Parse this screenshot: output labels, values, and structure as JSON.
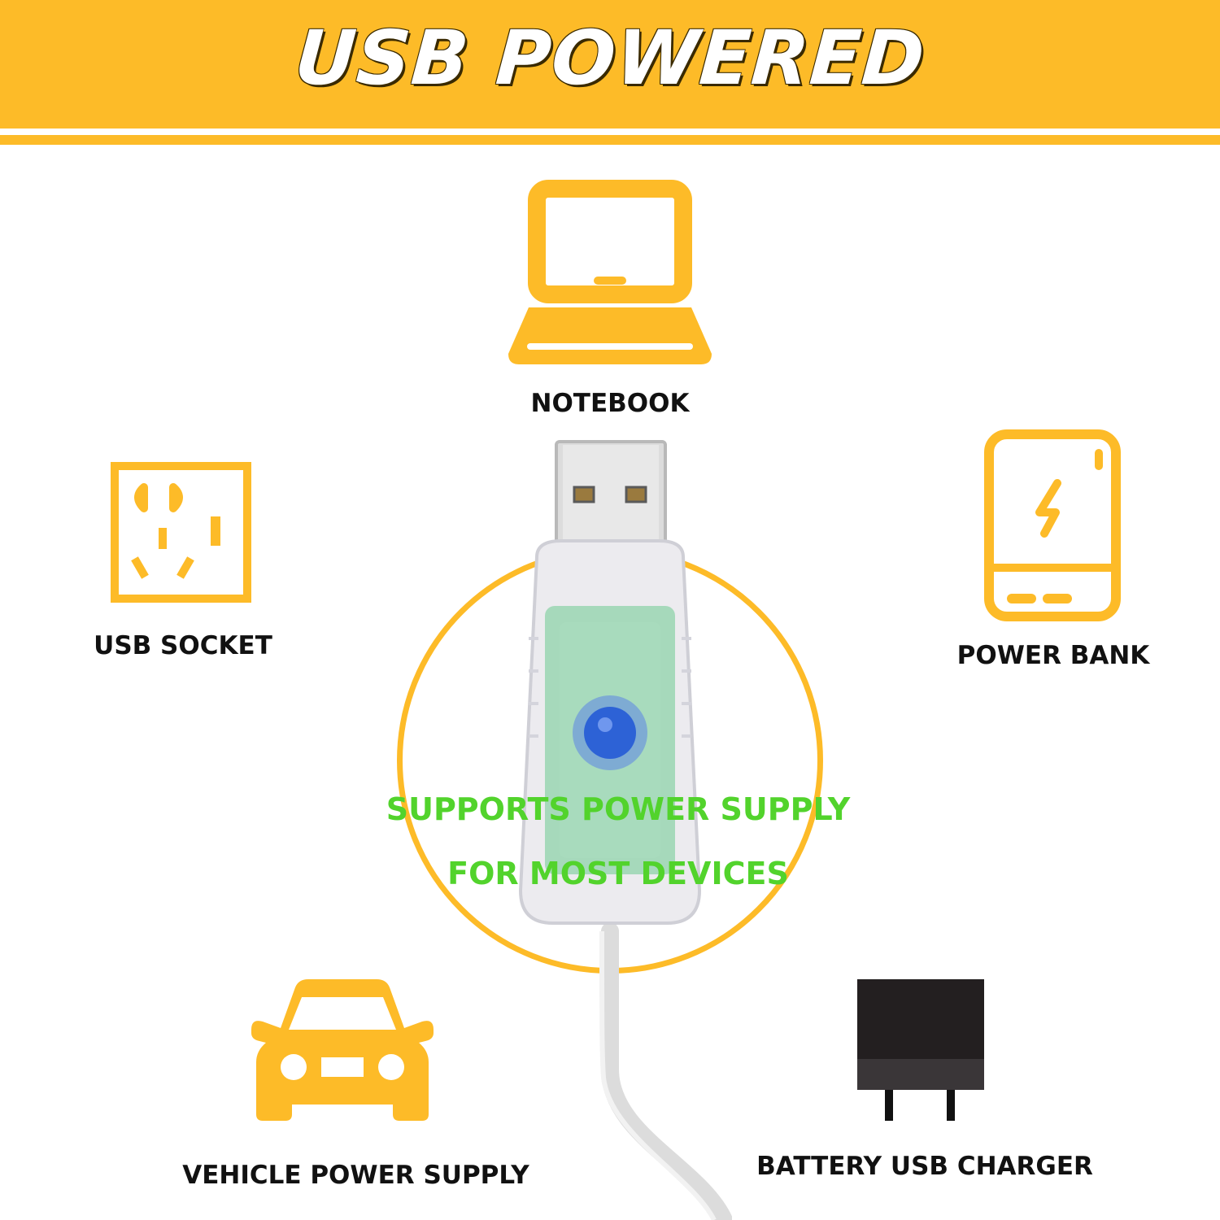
{
  "banner": {
    "title": "USB POWERED"
  },
  "devices": {
    "notebook": {
      "label": "NOTEBOOK",
      "icon": "laptop-icon"
    },
    "usb_socket": {
      "label": "USB SOCKET",
      "icon": "wall-socket-icon"
    },
    "power_bank": {
      "label": "POWER BANK",
      "icon": "power-bank-icon"
    },
    "vehicle": {
      "label": "VEHICLE POWER SUPPLY",
      "icon": "car-icon"
    },
    "charger": {
      "label": "BATTERY USB CHARGER",
      "icon": "wall-charger-icon"
    }
  },
  "center": {
    "line1": "SUPPORTS POWER SUPPLY",
    "line2": "FOR MOST DEVICES"
  },
  "colors": {
    "accent": "#fdbb28",
    "highlight_text": "#52d32c",
    "button": "#2d62d6"
  }
}
